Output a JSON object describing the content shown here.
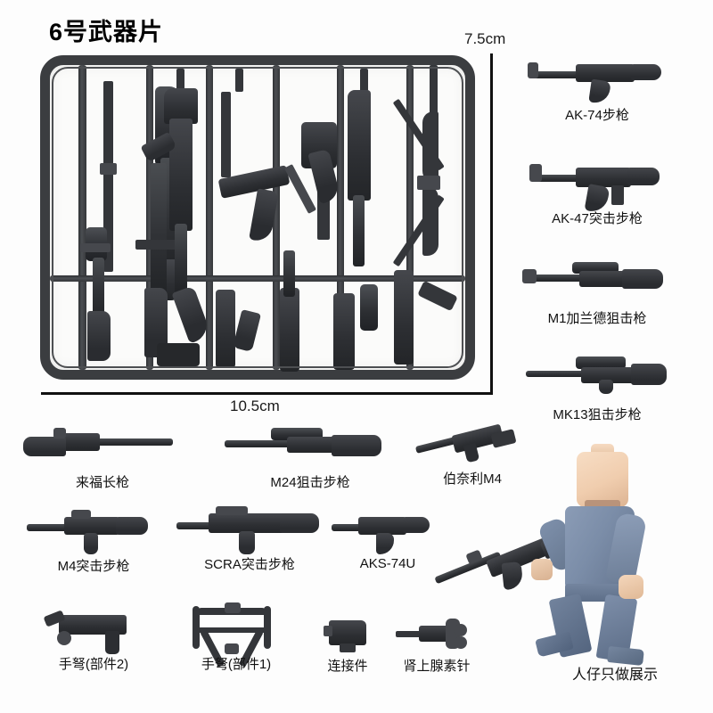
{
  "product": {
    "title": "6号武器片",
    "dimensions": {
      "height_label": "7.5cm",
      "width_label": "10.5cm"
    },
    "disclaimer": "人仔只做展示",
    "colors": {
      "plastic": "#34363a",
      "sprue_frame": "#3b3d40",
      "background": "#fdfdfd",
      "minifig_skin": "#f0cdae",
      "minifig_clothing": "#7b8da8",
      "text": "#111111"
    }
  },
  "right_column": [
    {
      "label": "AK-74步枪",
      "name": "ak-74-rifle"
    },
    {
      "label": "AK-47突击步枪",
      "name": "ak-47-assault-rifle"
    },
    {
      "label": "M1加兰德狙击枪",
      "name": "m1-garand-sniper-rifle"
    },
    {
      "label": "MK13狙击步枪",
      "name": "mk13-sniper-rifle"
    }
  ],
  "row_long_guns": [
    {
      "label": "来福长枪",
      "name": "rifle-long-gun"
    },
    {
      "label": "M24狙击步枪",
      "name": "m24-sniper-rifle"
    },
    {
      "label": "伯奈利M4",
      "name": "benelli-m4"
    }
  ],
  "row_assault_rifles": [
    {
      "label": "M4突击步枪",
      "name": "m4-assault-rifle"
    },
    {
      "label": "SCRA突击步枪",
      "name": "scra-assault-rifle"
    },
    {
      "label": "AKS-74U",
      "name": "aks-74u"
    }
  ],
  "row_accessories": [
    {
      "label": "手弩(部件2)",
      "name": "crossbow-part-2"
    },
    {
      "label": "手弩(部件1)",
      "name": "crossbow-part-1"
    },
    {
      "label": "连接件",
      "name": "connector-piece"
    },
    {
      "label": "肾上腺素针",
      "name": "adrenaline-syringe"
    }
  ]
}
